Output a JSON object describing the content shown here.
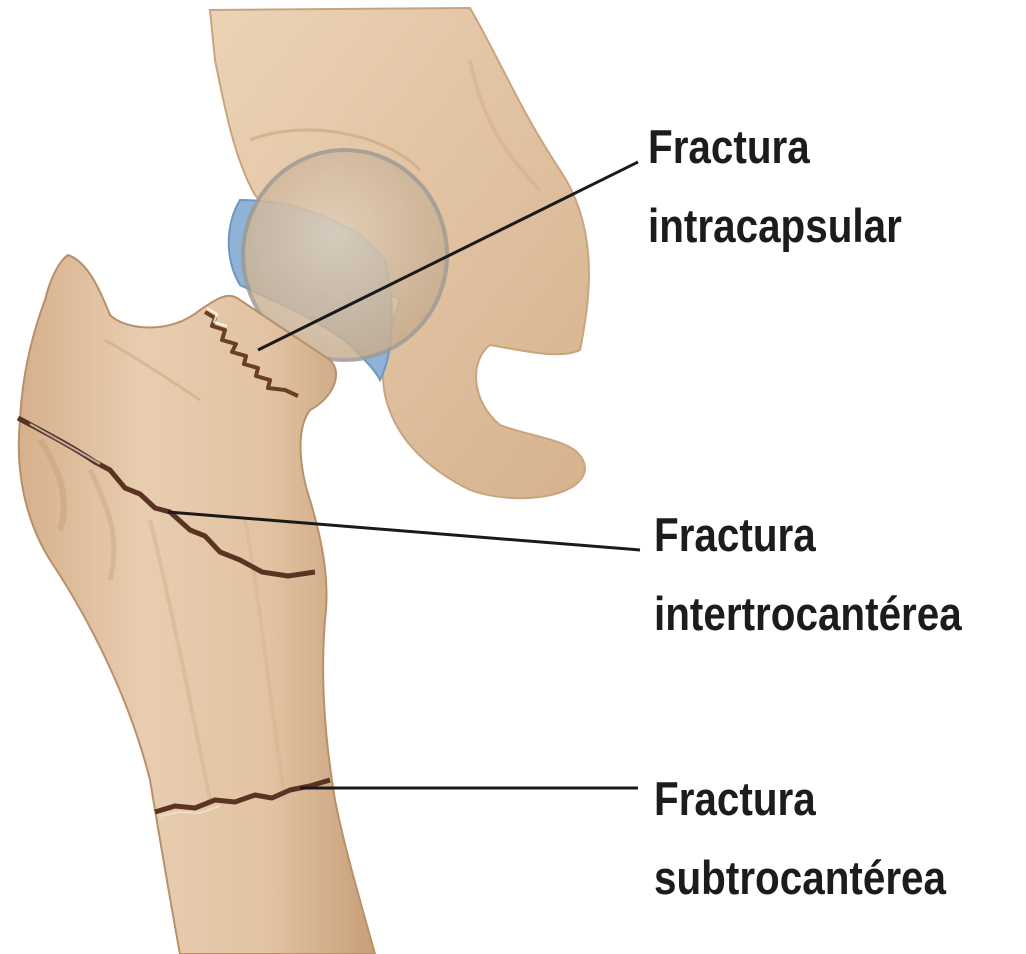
{
  "labels": {
    "intracapsular": {
      "line1": "Fractura",
      "line2": "intracapsular"
    },
    "intertrocanterea": {
      "line1": "Fractura",
      "line2": "intertrocantérea"
    },
    "subtrocanterea": {
      "line1": "Fractura",
      "line2": "subtrocantérea"
    }
  },
  "colors": {
    "bone": "#e2c3a2",
    "bone_shadow": "#c9a27c",
    "pelvis": "#e6c9a8",
    "cartilage": "#8fb3d6",
    "femoral_head": "#d9c2a6",
    "fracture_line": "#5a3322",
    "leader_line": "#1a1a1a"
  }
}
